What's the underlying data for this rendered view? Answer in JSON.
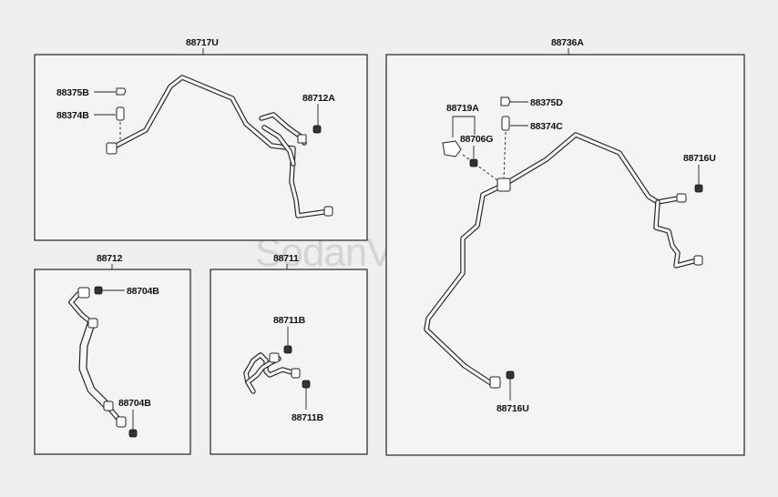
{
  "watermark": "SodanViet.vn",
  "groups": {
    "top_left": {
      "title": "88717U",
      "labels": [
        "88375B",
        "88374B",
        "88712A"
      ]
    },
    "top_right": {
      "title": "88736A",
      "labels": [
        "88719A",
        "88706G",
        "88375D",
        "88374C",
        "88716U",
        "88716U"
      ]
    },
    "bottom_left": {
      "title": "88712",
      "labels": [
        "88704B",
        "88704B"
      ]
    },
    "bottom_mid": {
      "title": "88711",
      "labels": [
        "88711B",
        "88711B"
      ]
    }
  }
}
